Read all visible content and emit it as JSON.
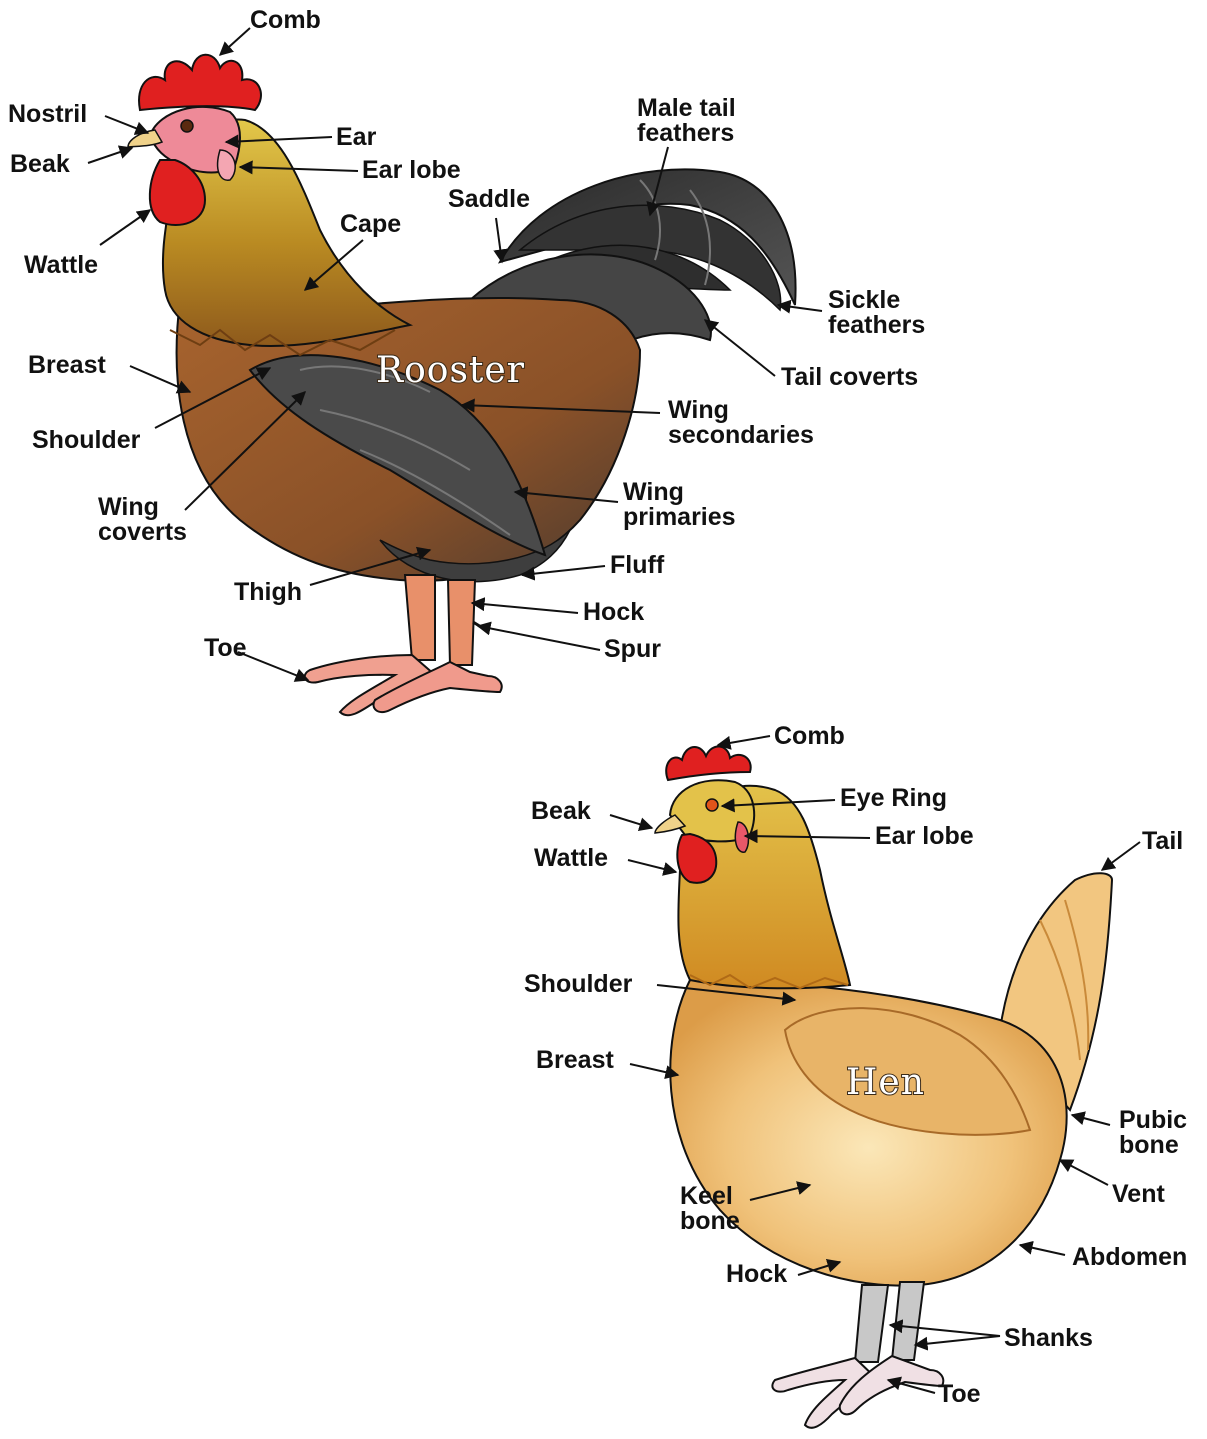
{
  "rooster": {
    "name": "Rooster",
    "labels": {
      "comb": "Comb",
      "nostril": "Nostril",
      "beak": "Beak",
      "ear": "Ear",
      "ear_lobe": "Ear lobe",
      "wattle": "Wattle",
      "male_tail_feathers": "Male tail\nfeathers",
      "saddle": "Saddle",
      "cape": "Cape",
      "sickle_feathers": "Sickle\nfeathers",
      "breast": "Breast",
      "tail_coverts": "Tail coverts",
      "shoulder": "Shoulder",
      "wing_secondaries": "Wing\nsecondaries",
      "wing_coverts": "Wing\ncoverts",
      "wing_primaries": "Wing\nprimaries",
      "fluff": "Fluff",
      "thigh": "Thigh",
      "hock": "Hock",
      "spur": "Spur",
      "toe": "Toe"
    }
  },
  "hen": {
    "name": "Hen",
    "labels": {
      "comb": "Comb",
      "beak": "Beak",
      "eye_ring": "Eye Ring",
      "ear_lobe": "Ear lobe",
      "wattle": "Wattle",
      "tail": "Tail",
      "shoulder": "Shoulder",
      "breast": "Breast",
      "pubic_bone": "Pubic\nbone",
      "vent": "Vent",
      "keel_bone": "Keel\nbone",
      "abdomen": "Abdomen",
      "hock": "Hock",
      "shanks": "Shanks",
      "toe": "Toe"
    }
  },
  "colors": {
    "comb_red": "#e02020",
    "face_pink": "#f08a9a",
    "hackle_gold": "#d8b432",
    "body_brown": "#9a5a2a",
    "wing_black": "#3c3c3c",
    "leg_orange": "#e8906a",
    "hen_body": "#f2c680",
    "hen_neck": "#d8a030",
    "shank_gray": "#c8c8c8"
  }
}
